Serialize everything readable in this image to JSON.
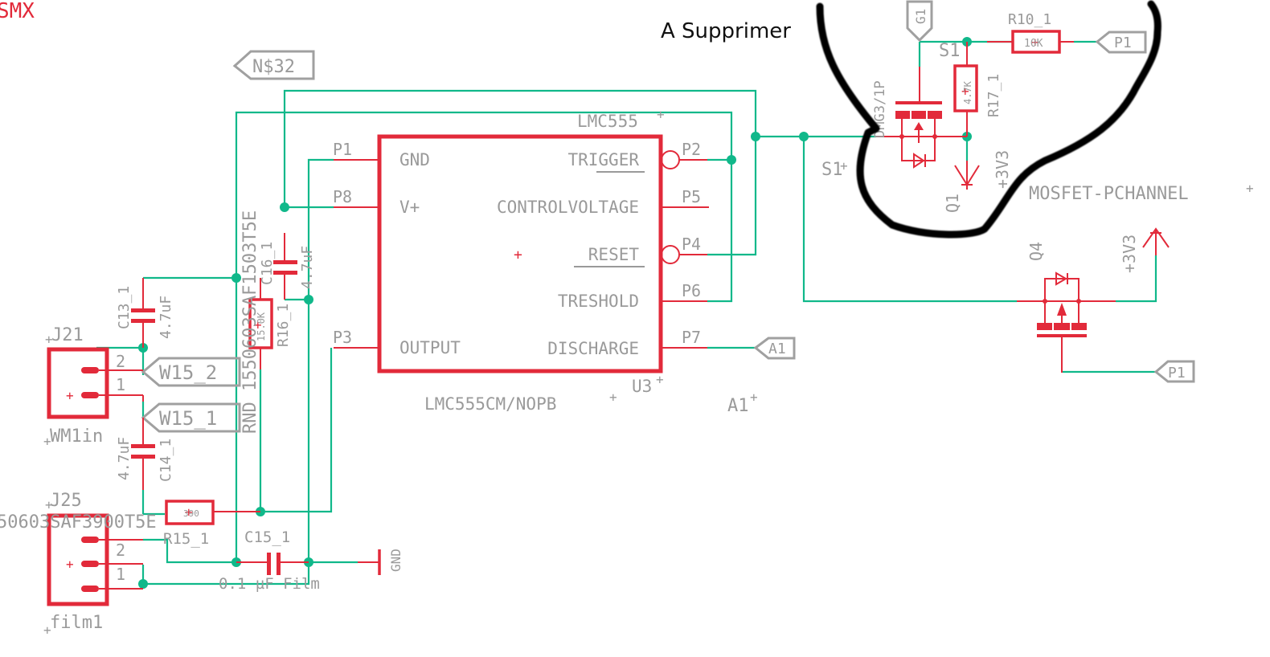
{
  "sheet": {
    "corner_label": "SMX",
    "annotation": "A Supprimer"
  },
  "colors": {
    "wire": "#10b88a",
    "component": "#e22a3a",
    "label": "#9a9a9a",
    "annotation": "#111111"
  },
  "ic": {
    "name": "LMC555",
    "reference": "U3",
    "part_number": "LMC555CM/NOPB",
    "left_pins": [
      {
        "pin": "P1",
        "function": "GND"
      },
      {
        "pin": "P8",
        "function": "V+"
      },
      {
        "pin": "P3",
        "function": "OUTPUT"
      }
    ],
    "right_pins": [
      {
        "pin": "P2",
        "function": "TRIGGER"
      },
      {
        "pin": "P5",
        "function": "CONTROLVOLTAGE"
      },
      {
        "pin": "P4",
        "function": "RESET"
      },
      {
        "pin": "P6",
        "function": "TRESHOLD"
      },
      {
        "pin": "P7",
        "function": "DISCHARGE"
      }
    ]
  },
  "net_ports": {
    "ns32": "N$32",
    "w15_2": "W15_2",
    "w15_1": "W15_1",
    "a1": "A1",
    "a1_label": "A1",
    "p1_top": "P1",
    "p1_bottom": "P1",
    "g1": "G1"
  },
  "connectors": {
    "j21": {
      "ref": "J21",
      "value": "WM1in",
      "pins": [
        "2",
        "1"
      ]
    },
    "j25": {
      "ref": "J25",
      "value": "film1",
      "pins": [
        "2",
        "1"
      ],
      "part": "50603SAF3900T5E"
    }
  },
  "capacitors": {
    "c13": {
      "ref": "C13_1",
      "value": "4.7uF"
    },
    "c14": {
      "ref": "C14_1",
      "value": "4.7uF"
    },
    "c16": {
      "ref": "C16_1",
      "value": "4.7uF"
    },
    "c15": {
      "ref": "C15_1",
      "value": "0.1 µF Film"
    }
  },
  "resistors": {
    "r16": {
      "ref": "R16_1",
      "value": "15.0K",
      "part": "RND 1550603SAF1503T5E"
    },
    "r15": {
      "ref": "R15_1",
      "value": "390"
    },
    "r10": {
      "ref": "R10_1",
      "value": "10K"
    },
    "r17": {
      "ref": "R17_1",
      "value": "4.7K"
    }
  },
  "mosfets": {
    "q1": {
      "ref": "Q1",
      "value": "DMG3/1P",
      "source_label": "S1"
    },
    "q4": {
      "ref": "Q4",
      "value": "MOSFET-PCHANNEL"
    }
  },
  "supplies": {
    "gnd": "GND",
    "v33_top": "+3V3",
    "v33_bottom": "+3V3"
  },
  "misc": {
    "s1_label": "S1",
    "s1_top": "S1"
  }
}
